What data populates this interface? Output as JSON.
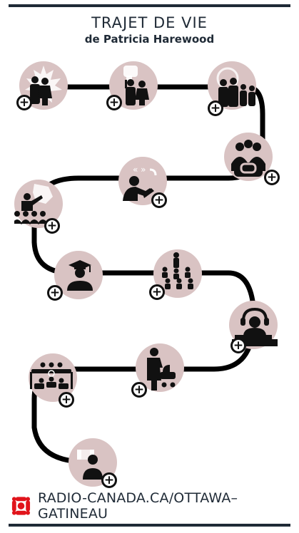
{
  "header": {
    "title": "TRAJET DE VIE",
    "subtitle": "de Patricia Harewood"
  },
  "colors": {
    "circle": "#d9c3c3",
    "path": "#000000",
    "text": "#1f2a36",
    "cbc_red": "#e1141b"
  },
  "stops": [
    {
      "icon": "couple-maple-leaf-icon",
      "expand": "+"
    },
    {
      "icon": "couple-protest-fist-icon",
      "expand": "+"
    },
    {
      "icon": "family-group-icon",
      "expand": "+"
    },
    {
      "icon": "community-group-icon",
      "expand": "+"
    },
    {
      "icon": "student-at-desk-icon",
      "expand": "+"
    },
    {
      "icon": "speaker-at-map-icon",
      "expand": "+"
    },
    {
      "icon": "graduate-icon",
      "expand": "+"
    },
    {
      "icon": "classroom-icon",
      "expand": "+"
    },
    {
      "icon": "radio-host-headset-icon",
      "expand": "+"
    },
    {
      "icon": "meeting-table-icon",
      "expand": "+"
    },
    {
      "icon": "mother-stroller-icon",
      "expand": "+"
    },
    {
      "icon": "canada-flag-person-icon",
      "expand": "+"
    }
  ],
  "footer": {
    "link_text": "RADIO-CANADA.CA/OTTAWA–GATINEAU",
    "logo": "radio-canada-gem-logo"
  }
}
